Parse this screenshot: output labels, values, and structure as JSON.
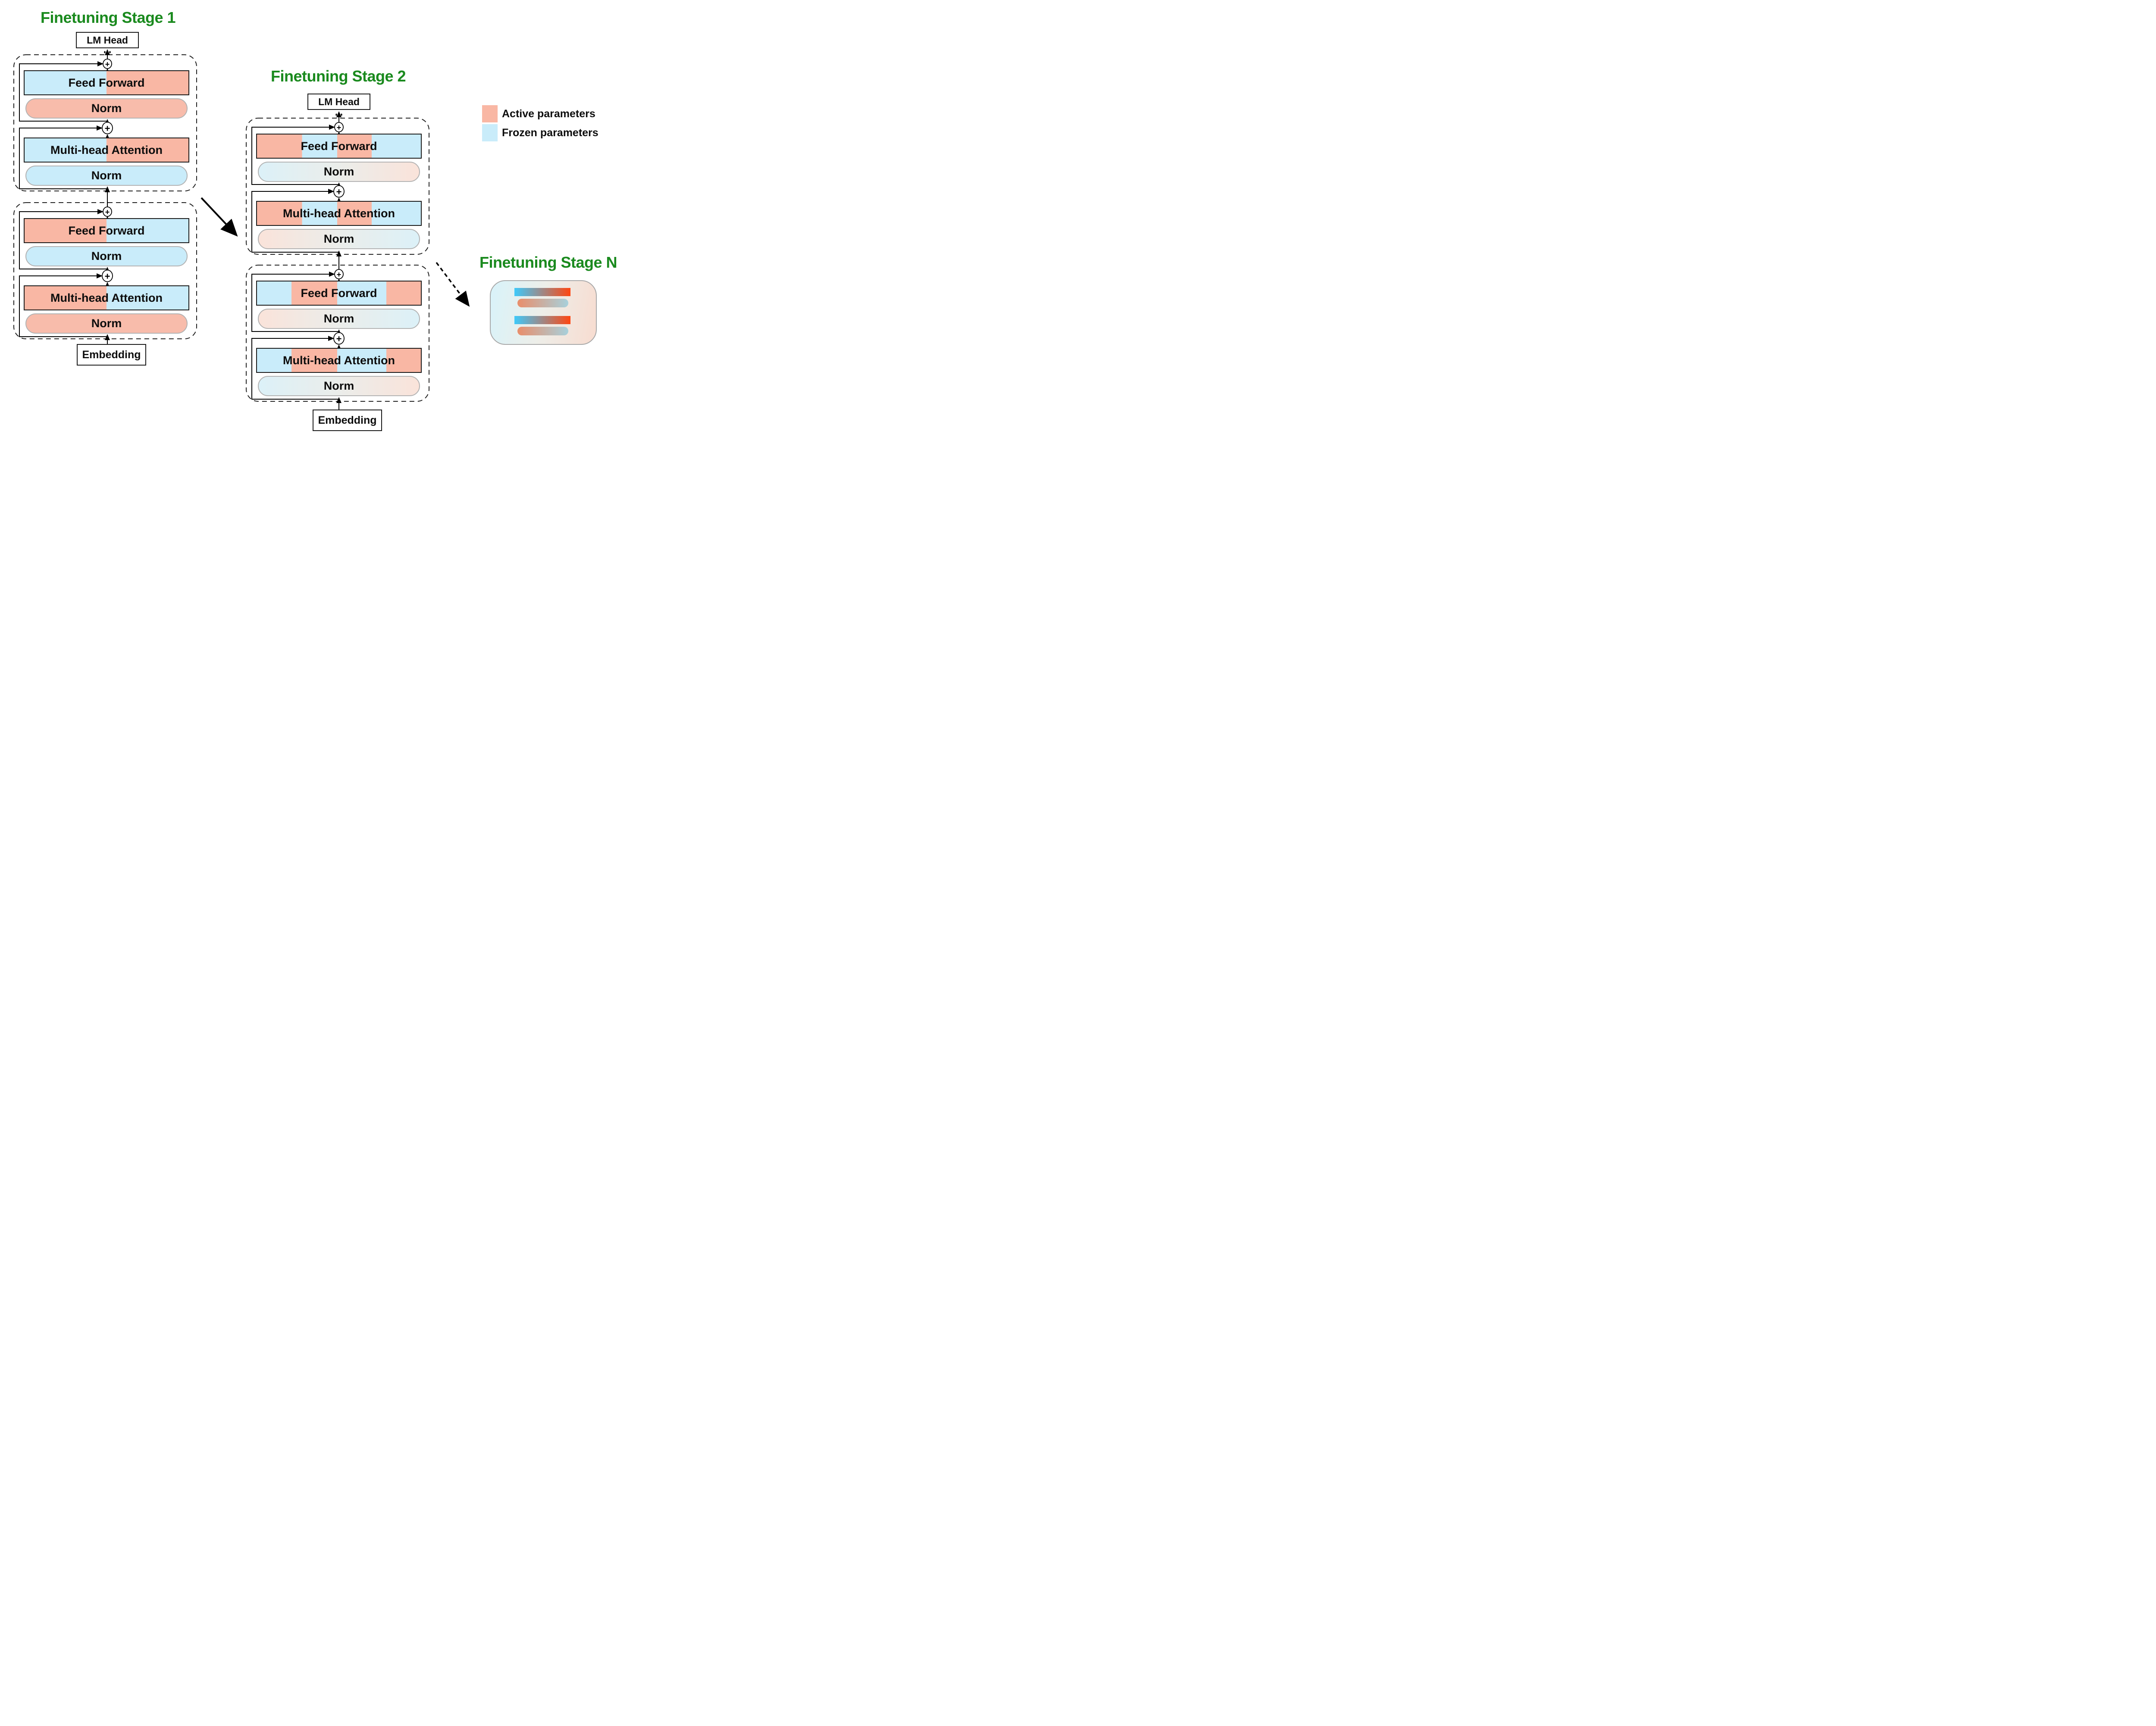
{
  "diagram": {
    "stage1": {
      "title": "Finetuning Stage 1"
    },
    "stage2": {
      "title": "Finetuning Stage 2"
    },
    "stageN": {
      "title": "Finetuning Stage N"
    },
    "labels": {
      "lm_head": "LM Head",
      "embedding": "Embedding",
      "feed_forward": "Feed Forward",
      "multi_head_attention": "Multi-head Attention",
      "norm": "Norm",
      "plus": "+"
    },
    "legend": {
      "active": "Active parameters",
      "frozen": "Frozen parameters"
    },
    "colors": {
      "active_parameters": "#F9B7A4",
      "frozen_parameters": "#C9ECFA",
      "stage_title_green": "#1A8A1E",
      "stageN_bar_cool_end": "#3EC9FA",
      "stageN_bar_hot_end": "#FF4611",
      "stageN_pill_left": "#E98E6B",
      "stageN_pill_right": "#A8D0DB"
    }
  }
}
